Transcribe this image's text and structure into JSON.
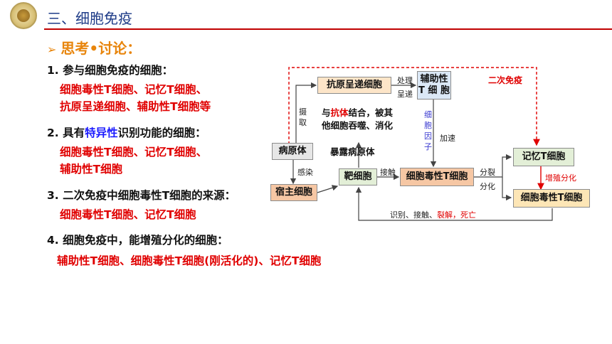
{
  "header": {
    "title": "三、细胞免疫"
  },
  "section": {
    "title": "思考•讨论："
  },
  "items": [
    {
      "question": "1. 参与细胞免疫的细胞：",
      "answer": [
        "细胞毒性T细胞、记忆T细胞、",
        "抗原呈递细胞、辅助性T细胞等"
      ]
    },
    {
      "question_pre": "2. 具有",
      "question_highlight": "特异性",
      "question_post": "识别功能的细胞：",
      "answer": [
        "细胞毒性T细胞、记忆T细胞、",
        "辅助性T细胞"
      ]
    },
    {
      "question": "3. 二次免疫中细胞毒性T细胞的来源：",
      "answer": [
        "细胞毒性T细胞、记忆T细胞"
      ]
    },
    {
      "question": "4. 细胞免疫中，能增殖分化的细胞：",
      "answer": [
        "辅助性T细胞、细胞毒性T细胞(刚活化的)、记忆T细胞"
      ]
    }
  ],
  "diagram": {
    "boxes": {
      "apc": "抗原呈递细胞",
      "th_line1": "辅助性",
      "th_line2": "T 细 胞",
      "pathogen": "病原体",
      "host": "宿主细胞",
      "target": "靶细胞",
      "ctl": "细胞毒性T细胞",
      "memory": "记忆T细胞",
      "ctl2": "细胞毒性T细胞"
    },
    "labels": {
      "secondary": "二次免疫",
      "process": "处理",
      "present": "呈递",
      "capture_1": "摄",
      "capture_2": "取",
      "infect": "感染",
      "cytokine_1": "细",
      "cytokine_2": "胞",
      "cytokine_3": "因",
      "cytokine_4": "子",
      "accelerate": "加速",
      "expose": "暴露病原体",
      "contact": "接触",
      "divide": "分裂",
      "differentiate": "分化",
      "proliferate": "增殖分化",
      "antibody_pre": "与",
      "antibody": "抗体",
      "antibody_post": "结合，被其",
      "antibody_line2": "他细胞吞噬、消化",
      "bottom_pre": "识别、接触、",
      "bottom_red": "裂解，死亡"
    }
  }
}
